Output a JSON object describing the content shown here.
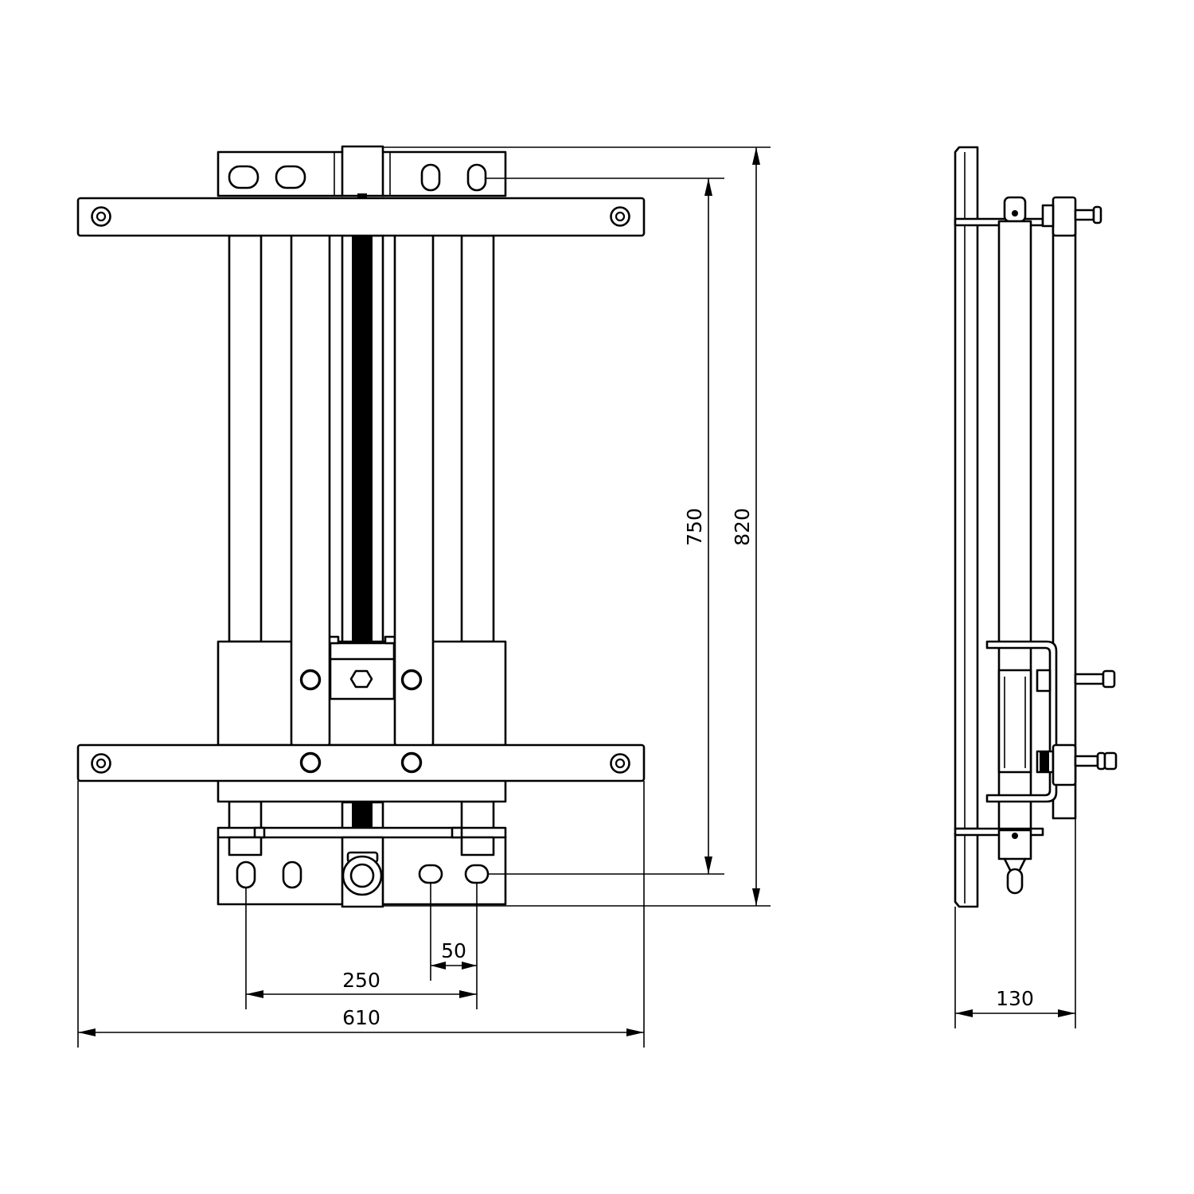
{
  "dimensions": {
    "total_width": "610",
    "hole_span": "250",
    "hole_offset": "50",
    "inner_height": "750",
    "total_height": "820",
    "depth": "130"
  }
}
